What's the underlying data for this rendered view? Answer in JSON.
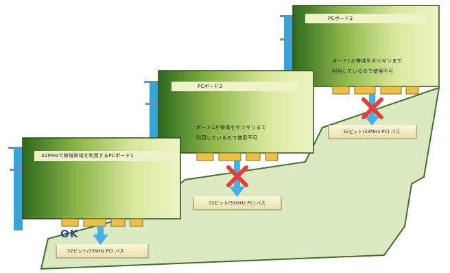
{
  "cards": [
    {
      "title": "PCボード3",
      "line1": "ボード1が帯域をギリギリまで",
      "line2": "利用しているので使用不可",
      "bus": "32ビット/33MHz PCI バス",
      "status": "blocked"
    },
    {
      "title": "PCボード2",
      "line1": "ボード1が帯域をギリギリまで",
      "line2": "利用しているので使用不可",
      "bus": "32ビット/33MHz PCI バス",
      "status": "blocked"
    },
    {
      "title": "32MHzで帯域帯域を利用するPCボード1",
      "bus": "32ビット/33MHz PCI バス",
      "status": "ok",
      "status_label": "OK"
    }
  ],
  "colors": {
    "card_dark": "#2f6a1e",
    "card_light": "#e4efad",
    "floor": "#dbe8c2",
    "bracket": "#3aa3d6",
    "pins": "#e8c04a",
    "arrow": "#4aaee0",
    "cross": "#e3403a",
    "ok": "#2b4aa0"
  },
  "icons": [
    "down-arrow-icon",
    "cross-icon"
  ]
}
